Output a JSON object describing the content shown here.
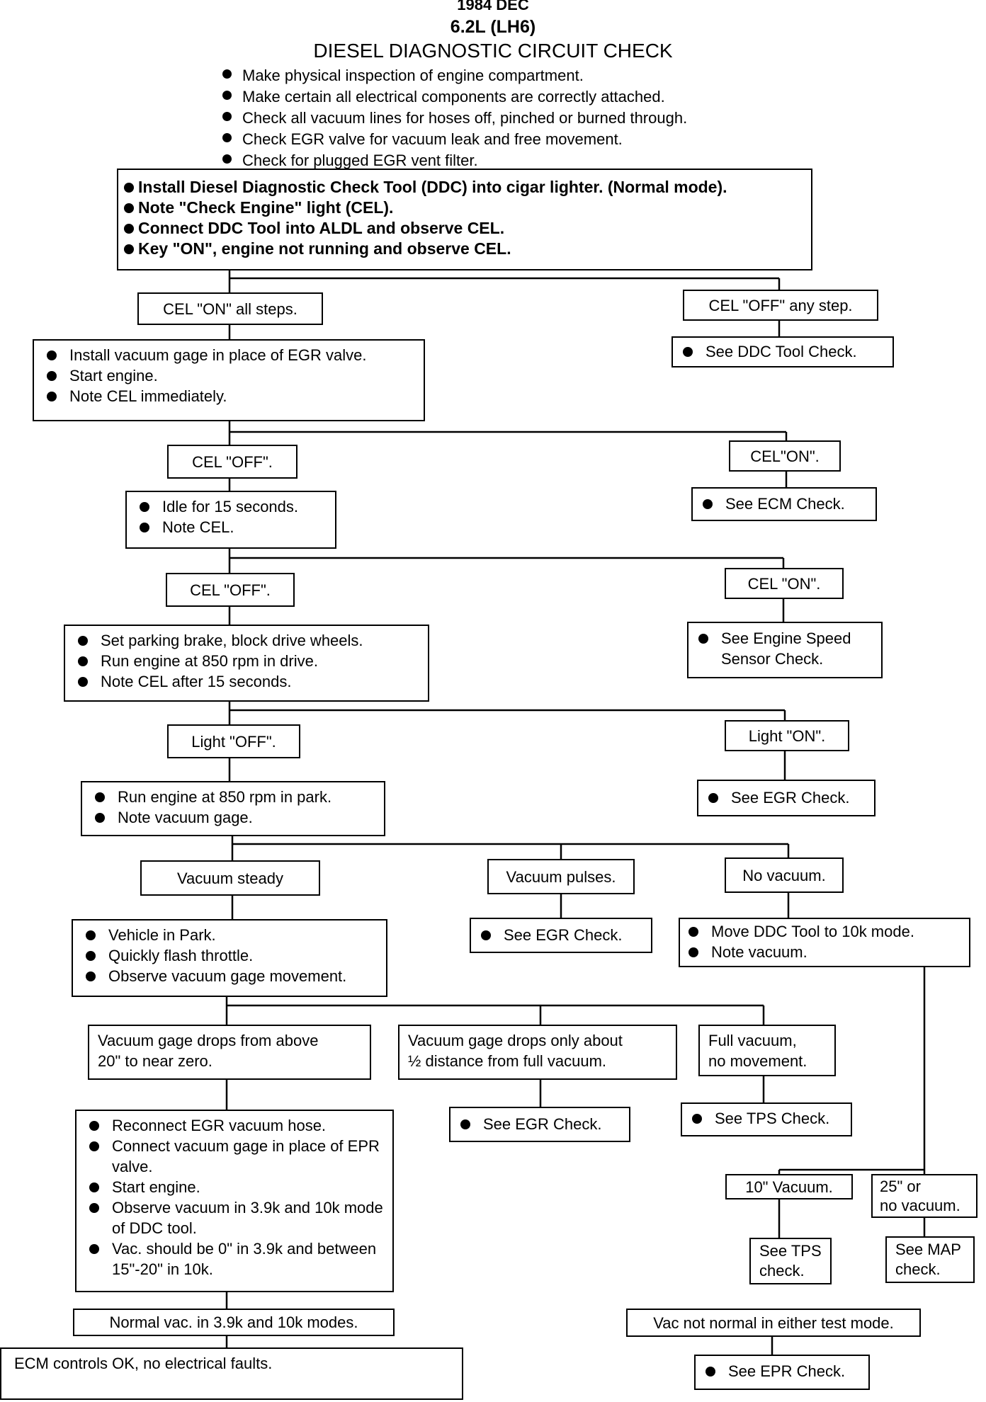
{
  "header": {
    "year": "1984 DEC",
    "engine": "6.2L (LH6)",
    "title": "DIESEL DIAGNOSTIC CIRCUIT CHECK"
  },
  "intro_steps": [
    "Make physical inspection of engine compartment.",
    "Make certain all electrical components are correctly attached.",
    "Check all vacuum lines for hoses off, pinched or burned through.",
    "Check EGR valve for vacuum leak and free movement.",
    "Check for plugged EGR vent filter."
  ],
  "steps": {
    "install_tool": [
      "Install Diesel Diagnostic Check Tool (DDC) into cigar lighter. (Normal mode).",
      "Note \"Check Engine\" light (CEL).",
      "Connect DDC Tool into ALDL and observe CEL.",
      "Key \"ON\", engine not running and observe CEL."
    ],
    "vacuum_gage": [
      "Install vacuum gage in place of EGR valve.",
      "Start engine.",
      "Note CEL immediately."
    ],
    "idle": [
      "Idle for 15 seconds.",
      "Note CEL."
    ],
    "parking_brake": [
      "Set parking brake, block drive wheels.",
      "Run engine at 850 rpm in drive.",
      "Note CEL after 15 seconds."
    ],
    "run_park": [
      "Run engine at 850 rpm in park.",
      "Note vacuum gage."
    ],
    "vehicle_park": [
      "Vehicle in Park.",
      "Quickly flash throttle.",
      "Observe vacuum gage movement."
    ],
    "move_ddc": [
      "Move DDC Tool to 10k mode.",
      "Note vacuum."
    ],
    "reconnect": [
      "Reconnect EGR vacuum hose.",
      "Connect vacuum gage in place of EPR valve.",
      "Start engine.",
      "Observe vacuum in 3.9k and 10k mode of DDC tool.",
      "Vac. should be 0\" in 3.9k and between 15\"-20\" in 10k."
    ]
  },
  "outcomes": {
    "cel_on_all": "CEL \"ON\" all steps.",
    "cel_off_any": "CEL \"OFF\" any step.",
    "cel_off_1": "CEL \"OFF\".",
    "cel_on_1": "CEL\"ON\".",
    "cel_off_2": "CEL \"OFF\".",
    "cel_on_2": "CEL \"ON\".",
    "light_off": "Light \"OFF\".",
    "light_on": "Light \"ON\".",
    "vacuum_steady": "Vacuum steady",
    "vacuum_pulses": "Vacuum pulses.",
    "no_vacuum": "No vacuum.",
    "gage_drops_zero": [
      "Vacuum gage drops from above",
      "20\" to near zero."
    ],
    "gage_drops_half": [
      "Vacuum gage drops only about",
      "½ distance from full vacuum."
    ],
    "full_vacuum": [
      "Full vacuum,",
      "no movement."
    ],
    "vac_10": "10\" Vacuum.",
    "vac_25": [
      "25\" or",
      "no vacuum."
    ],
    "normal_vac": "Normal vac. in 3.9k and 10k modes.",
    "vac_not_normal": "Vac not normal in either test mode."
  },
  "checks": {
    "ddc_tool": "See DDC Tool Check.",
    "ecm": "See ECM Check.",
    "engine_speed": [
      "See Engine Speed",
      "Sensor Check."
    ],
    "egr_1": "See EGR Check.",
    "egr_2": "See EGR Check.",
    "egr_3": "See EGR Check.",
    "tps_1": "See TPS Check.",
    "tps_2": [
      "See TPS",
      "check."
    ],
    "map": [
      "See MAP",
      "check."
    ],
    "ecm_ok": "ECM controls OK, no electrical faults.",
    "epr": "See EPR Check."
  }
}
